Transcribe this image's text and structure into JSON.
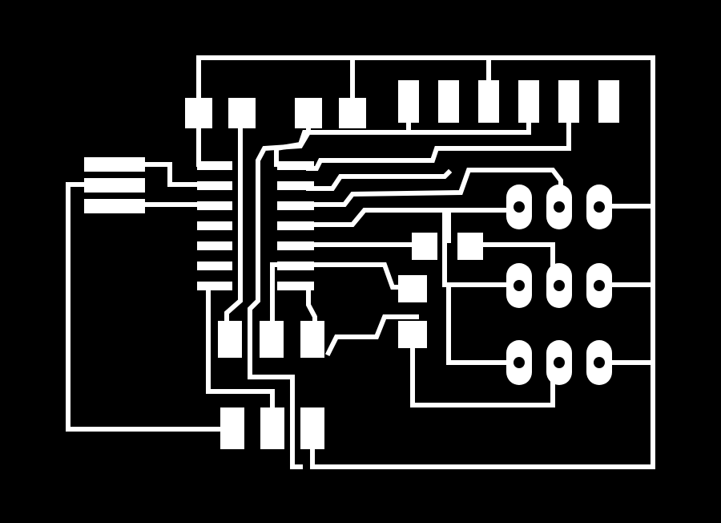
{
  "board": {
    "description_text": "",
    "background_color": "#000000",
    "copper_color": "#ffffff"
  },
  "components": {
    "ic": {
      "name": "",
      "pin_count": 14
    },
    "header": {
      "name": "",
      "pin_count": 6
    },
    "mosfet": {
      "name": "",
      "pin_count": 3
    },
    "rgb_jack_array": {
      "name": "",
      "pin_count": 9
    }
  }
}
